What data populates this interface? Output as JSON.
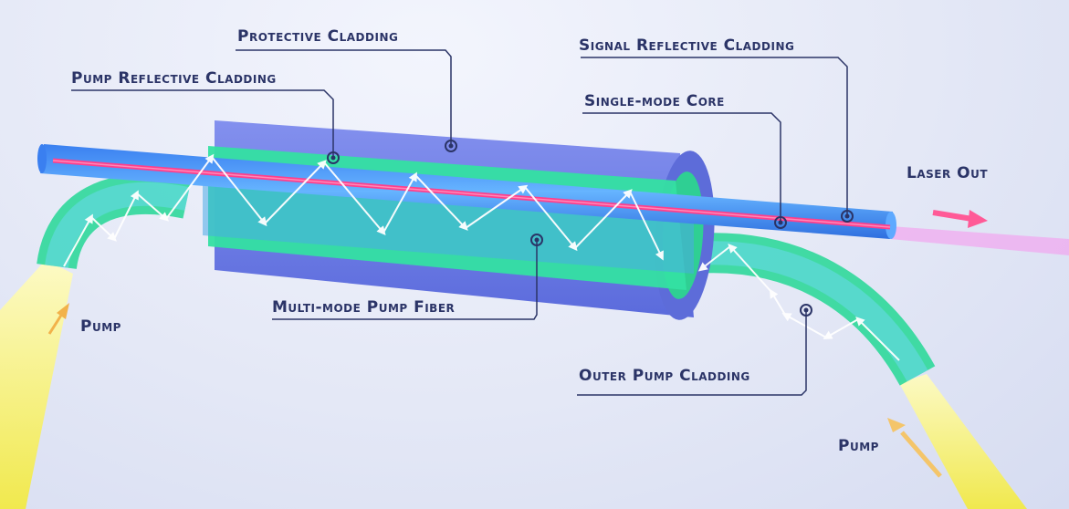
{
  "labels": {
    "protective_cladding": "Protective Cladding",
    "pump_reflective_cladding": "Pump Reflective Cladding",
    "signal_reflective_cladding": "Signal Reflective Cladding",
    "single_mode_core": "Single-mode Core",
    "laser_out": "Laser Out",
    "multi_mode_pump_fiber": "Multi-mode Pump Fiber",
    "outer_pump_cladding": "Outer Pump Cladding",
    "pump_left": "Pump",
    "pump_right": "Pump"
  },
  "colors": {
    "label_text": "#2b3467",
    "leader_line": "#2b3467",
    "protective_cladding": "#6f7ee6",
    "pump_cladding": "#33e0a0",
    "signal_fiber": "#3f8ff0",
    "core": "#ff3f8c",
    "pump_beam": "#f6f05a",
    "laser_out_arrow": "#ff5a97",
    "pump_arrow": "#f2b24a",
    "ray_arrows": "#ffffff"
  }
}
